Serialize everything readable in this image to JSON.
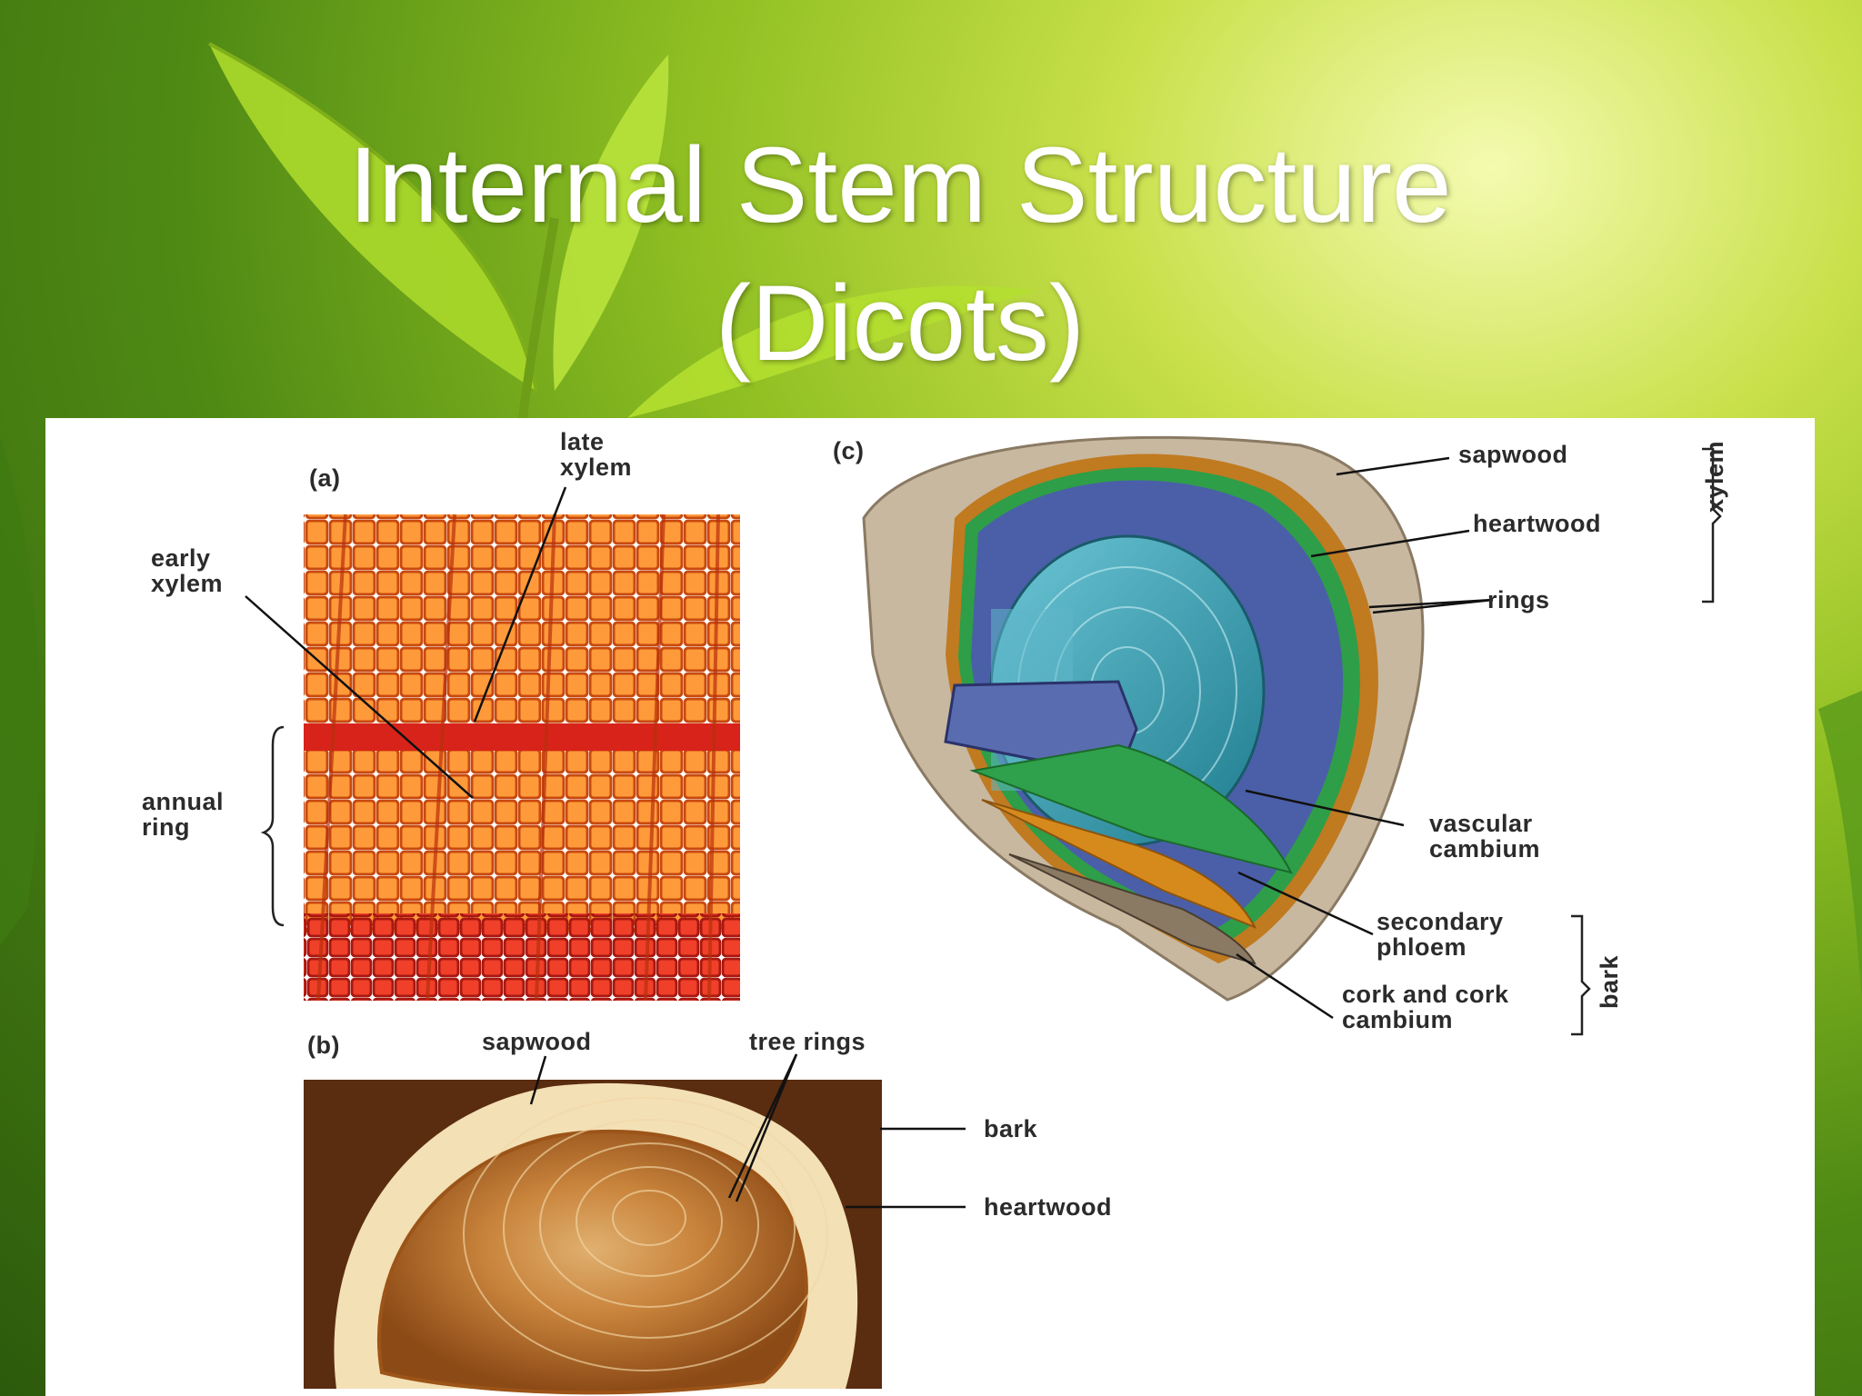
{
  "slide": {
    "title_line1": "Internal Stem Structure",
    "title_line2": "(Dicots)"
  },
  "diagram": {
    "panel_a": {
      "letter": "(a)",
      "late_xylem": "late\nxylem",
      "early_xylem": "early\nxylem",
      "annual_ring": "annual\nring"
    },
    "panel_b": {
      "letter": "(b)",
      "sapwood": "sapwood",
      "tree_rings": "tree rings",
      "bark": "bark",
      "heartwood": "heartwood"
    },
    "panel_c": {
      "letter": "(c)",
      "sapwood": "sapwood",
      "heartwood": "heartwood",
      "rings": "rings",
      "xylem": "xylem",
      "vascular_cambium": "vascular\ncambium",
      "secondary_phloem": "secondary\nphloem",
      "cork_cambium": "cork and cork\ncambium",
      "bark": "bark"
    }
  },
  "colors": {
    "xylem_orange": "#f47f1c",
    "ring_red": "#d8231a",
    "heartwood_teal": "#3aa8b8",
    "cambium_green": "#2e9e48",
    "phloem_orange": "#d68a1c",
    "sapwood_blue": "#4a5fa8"
  }
}
